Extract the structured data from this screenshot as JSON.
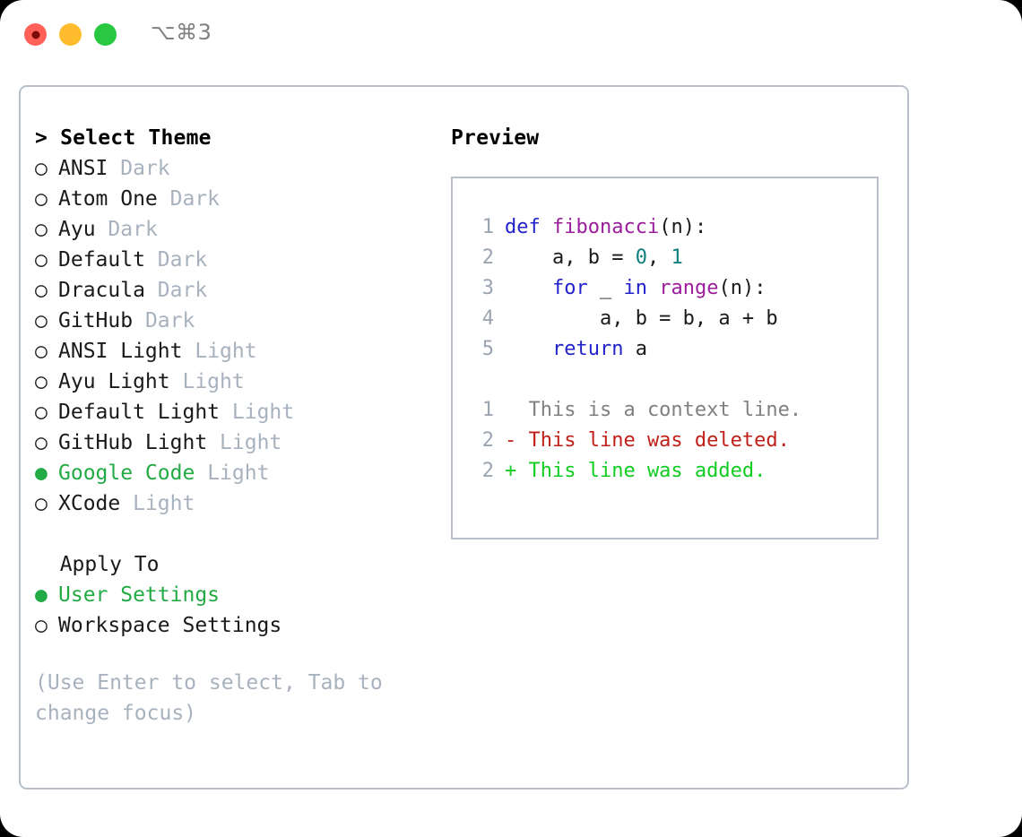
{
  "titlebar": {
    "shortcut_label": "⌥⌘3",
    "buttons": [
      {
        "name": "close",
        "color": "#ff6058",
        "recording": true
      },
      {
        "name": "minimize",
        "color": "#ffbd2e",
        "recording": false
      },
      {
        "name": "maximize",
        "color": "#28c940",
        "recording": false
      }
    ]
  },
  "theme_panel": {
    "header": "> Select Theme",
    "bullet_selected": "●",
    "bullet_unselected": "○",
    "items": [
      {
        "label": "ANSI",
        "tag": "Dark",
        "selected": false
      },
      {
        "label": "Atom One",
        "tag": "Dark",
        "selected": false
      },
      {
        "label": "Ayu",
        "tag": "Dark",
        "selected": false
      },
      {
        "label": "Default",
        "tag": "Dark",
        "selected": false
      },
      {
        "label": "Dracula",
        "tag": "Dark",
        "selected": false
      },
      {
        "label": "GitHub",
        "tag": "Dark",
        "selected": false
      },
      {
        "label": "ANSI Light",
        "tag": "Light",
        "selected": false
      },
      {
        "label": "Ayu Light",
        "tag": "Light",
        "selected": false
      },
      {
        "label": "Default Light",
        "tag": "Light",
        "selected": false
      },
      {
        "label": "GitHub Light",
        "tag": "Light",
        "selected": false
      },
      {
        "label": "Google Code",
        "tag": "Light",
        "selected": true
      },
      {
        "label": "XCode",
        "tag": "Light",
        "selected": false
      }
    ]
  },
  "apply_panel": {
    "header": "Apply To",
    "items": [
      {
        "label": "User Settings",
        "selected": true
      },
      {
        "label": "Workspace Settings",
        "selected": false
      }
    ]
  },
  "hint": "(Use Enter to select, Tab to change focus)",
  "preview": {
    "title": "Preview",
    "code_lines": [
      {
        "num": "1",
        "tokens": [
          {
            "t": "def",
            "c": "kw"
          },
          {
            "t": " ",
            "c": "plain"
          },
          {
            "t": "fibonacci",
            "c": "fn"
          },
          {
            "t": "(n):",
            "c": "plain"
          }
        ]
      },
      {
        "num": "2",
        "tokens": [
          {
            "t": "    a, b = ",
            "c": "plain"
          },
          {
            "t": "0",
            "c": "num"
          },
          {
            "t": ", ",
            "c": "plain"
          },
          {
            "t": "1",
            "c": "num"
          }
        ]
      },
      {
        "num": "3",
        "tokens": [
          {
            "t": "    ",
            "c": "plain"
          },
          {
            "t": "for",
            "c": "kw"
          },
          {
            "t": " _ ",
            "c": "plain"
          },
          {
            "t": "in",
            "c": "kw"
          },
          {
            "t": " ",
            "c": "plain"
          },
          {
            "t": "range",
            "c": "fn"
          },
          {
            "t": "(n):",
            "c": "plain"
          }
        ]
      },
      {
        "num": "4",
        "tokens": [
          {
            "t": "        a, b = b, a + b",
            "c": "plain"
          }
        ]
      },
      {
        "num": "5",
        "tokens": [
          {
            "t": "    ",
            "c": "plain"
          },
          {
            "t": "return",
            "c": "kw"
          },
          {
            "t": " a",
            "c": "plain"
          }
        ]
      }
    ],
    "diff_lines": [
      {
        "num": "1",
        "text": "  This is a context line.",
        "kind": "ctx"
      },
      {
        "num": "2",
        "text": "- This line was deleted.",
        "kind": "del"
      },
      {
        "num": "2",
        "text": "+ This line was added.",
        "kind": "add"
      }
    ]
  },
  "colors": {
    "accent_green": "#22aa44",
    "muted_gray": "#a8b2bf",
    "border": "#b8c0cc",
    "keyword": "#2222cc",
    "function": "#9b1d9b",
    "number": "#0d7f7f",
    "diff_add": "#11cc22",
    "diff_del": "#c0201a",
    "diff_ctx": "#808080"
  }
}
